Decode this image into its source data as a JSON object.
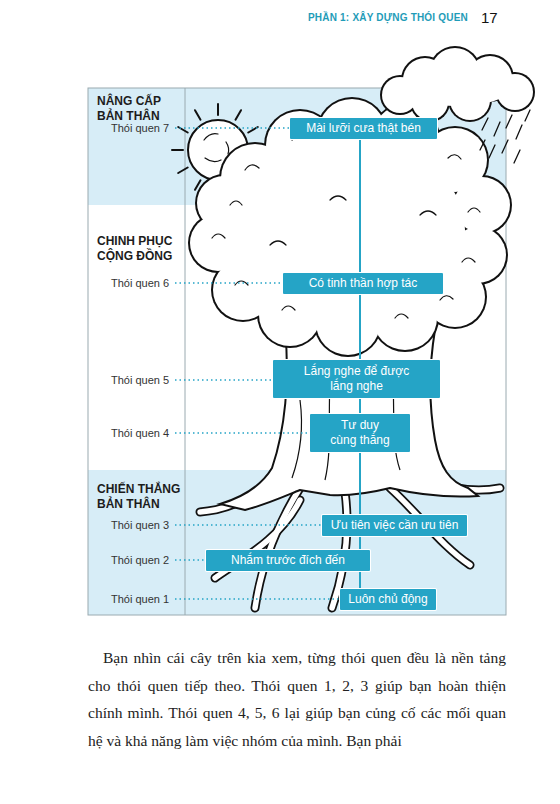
{
  "diagram": {
    "nodes": [
      {
        "text": [
          "NÂNG CẤP BẢN THÂN"
        ]
      },
      {
        "text": [
          "Mài lưỡi cưa thật bén"
        ],
        "in": 0
      },
      {
        "text": [
          "CHINH PHỤC CỘNG ĐỒNG"
        ]
      },
      {
        "text": [
          "Có tinh thần hợp tác"
        ],
        "in": 2
      },
      {
        "text": [
          "Lắng nghe để được lắng nghe"
        ],
        "in": 2
      },
      {
        "text": [
          "Tư duy cùng thắng"
        ],
        "in": 2
      },
      {
        "text": [
          "CHIẾN THẮNG BẢN THÂN"
        ]
      },
      {
        "text": [
          "Ưu tiên việc cần ưu tiên"
        ],
        "in": 6
      },
      {
        "text": [
          "Nhắm trước đích đến"
        ],
        "in": 6
      },
      {
        "text": [
          "Luôn chủ động"
        ],
        "in": 6
      }
    ],
    "edges": [
      {
        "from": 9,
        "to": 8,
        "arrow": "none"
      },
      {
        "from": 8,
        "to": 7,
        "arrow": "none"
      },
      {
        "from": 7,
        "to": 5,
        "arrow": "none"
      },
      {
        "from": 5,
        "to": 4,
        "arrow": "none"
      },
      {
        "from": 4,
        "to": 3,
        "arrow": "none"
      },
      {
        "from": 3,
        "to": 1,
        "arrow": "none"
      }
    ],
    "labels": [
      "PHẦN 1: XÂY DỰNG THÓI QUEN",
      "17",
      "Thói quen 7",
      "Thói quen 6",
      "Thói quen 5",
      "Thói quen 4",
      "Thói quen 3",
      "Thói quen 2",
      "Thói quen 1",
      "Bạn nhìn cái cây trên kia xem, từng thói quen đều là nền tảng cho thói quen tiếp theo. Thói quen 1, 2, 3 giúp bạn hoàn thiện chính mình. Thói quen 4, 5, 6 lại giúp bạn củng cố các mối quan hệ và khả năng làm việc nhóm của mình. Bạn phải"
    ]
  }
}
